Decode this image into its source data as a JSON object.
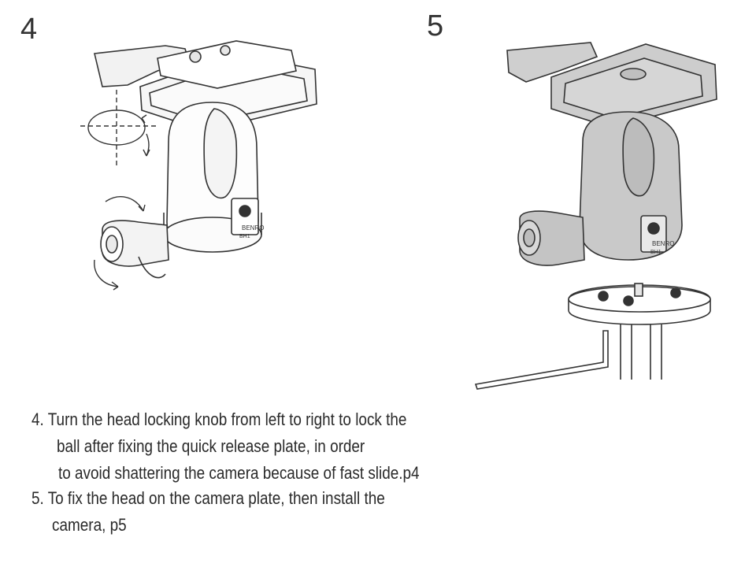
{
  "figures": {
    "step4_number": "4",
    "step5_number": "5",
    "brand_label": "BENRO",
    "model_label": "BH1"
  },
  "instructions": {
    "line1": "4. Turn the head locking knob from left to right to lock the",
    "line2": "ball after fixing the quick release plate, in order",
    "line3": "to avoid shattering the camera because of fast slide.p4",
    "line4": "5. To fix the head on the camera plate, then install the",
    "line5": "camera, p5"
  }
}
